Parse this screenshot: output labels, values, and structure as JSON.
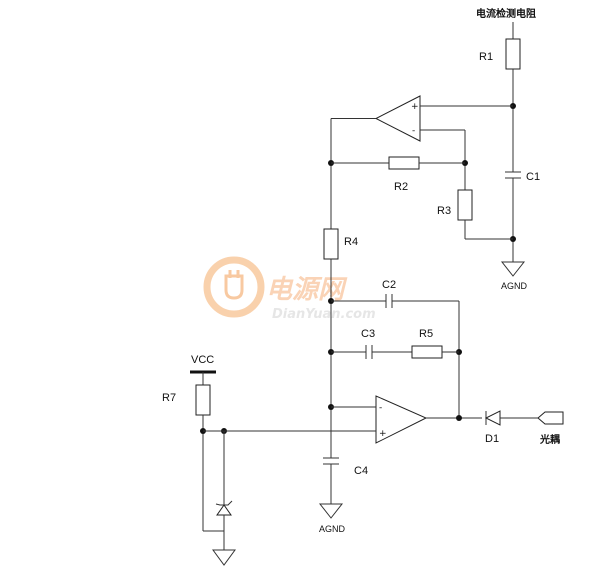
{
  "diagram": {
    "labels": {
      "sense_resistor": "电流检测电阻",
      "r1": "R1",
      "c1": "C1",
      "r2": "R2",
      "r3": "R3",
      "r4": "R4",
      "c2": "C2",
      "c3": "C3",
      "r5": "R5",
      "r7": "R7",
      "vcc": "VCC",
      "c4": "C4",
      "d1": "D1",
      "output": "光耦",
      "agnd_top": "AGND",
      "agnd_bottom": "AGND"
    },
    "opamp_pins": {
      "u1_plus": "+",
      "u1_minus": "-",
      "u2_minus": "-",
      "u2_plus": "+"
    },
    "watermark": {
      "title": "电源网",
      "url": "DianYuan.com"
    }
  }
}
